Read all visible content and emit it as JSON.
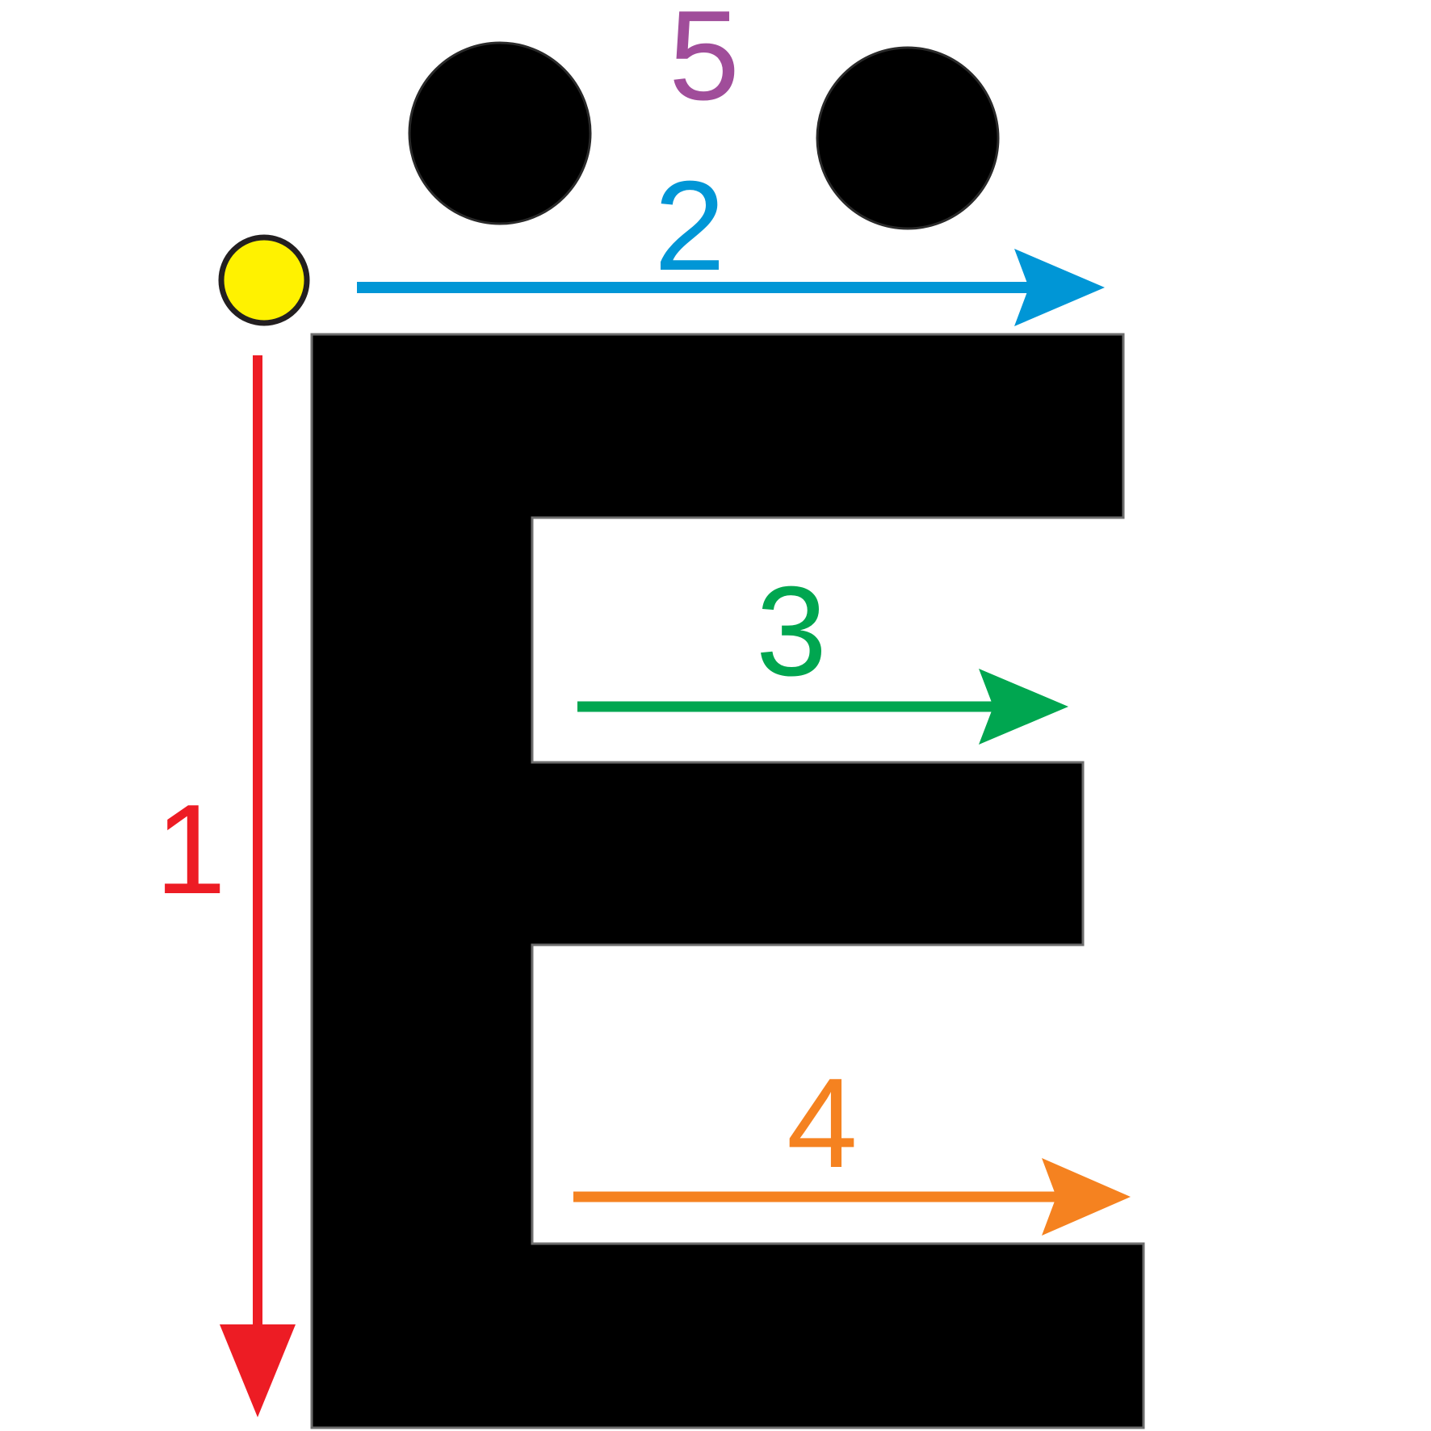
{
  "letter": {
    "fill": "#000000",
    "outline": "#6d6d6d"
  },
  "start_dot": {
    "icon": "start-point-icon",
    "fill": "#fff200",
    "outline": "#231f20"
  },
  "diacritic_dots": {
    "icon": "dot-icon",
    "fill": "#000000"
  },
  "strokes": [
    {
      "label": "1",
      "direction": "down",
      "color": "#ed1c24"
    },
    {
      "label": "2",
      "direction": "right",
      "color": "#0096d6"
    },
    {
      "label": "3",
      "direction": "right",
      "color": "#00a650"
    },
    {
      "label": "4",
      "direction": "right",
      "color": "#f58220"
    },
    {
      "label": "5",
      "direction": "dots",
      "color": "#a04d9a"
    }
  ]
}
